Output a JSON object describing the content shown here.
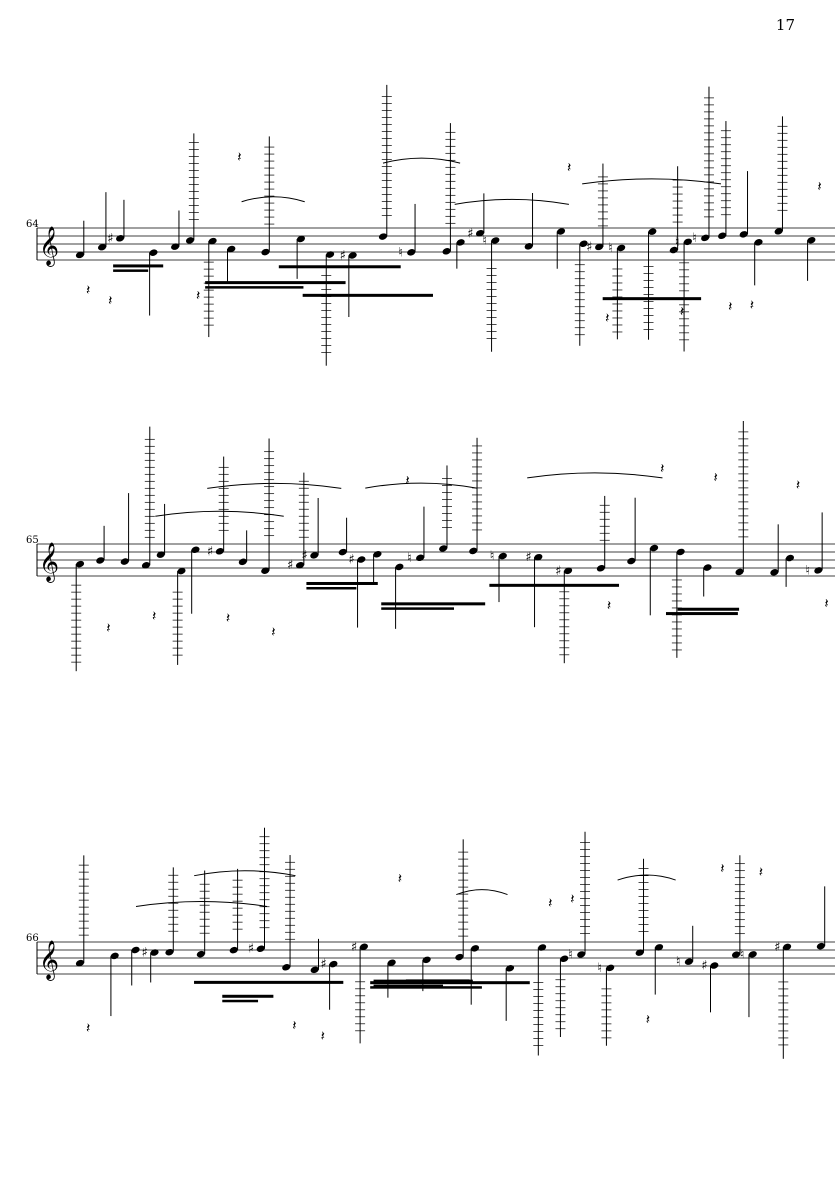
{
  "page": {
    "number": "17"
  },
  "systems": [
    {
      "measure": "64"
    },
    {
      "measure": "65"
    },
    {
      "measure": "66"
    }
  ],
  "colors": {
    "ink": "#000000",
    "paper": "#ffffff"
  },
  "icons": [
    "treble-clef-icon",
    "sharp-icon",
    "natural-icon",
    "rest-icon"
  ]
}
